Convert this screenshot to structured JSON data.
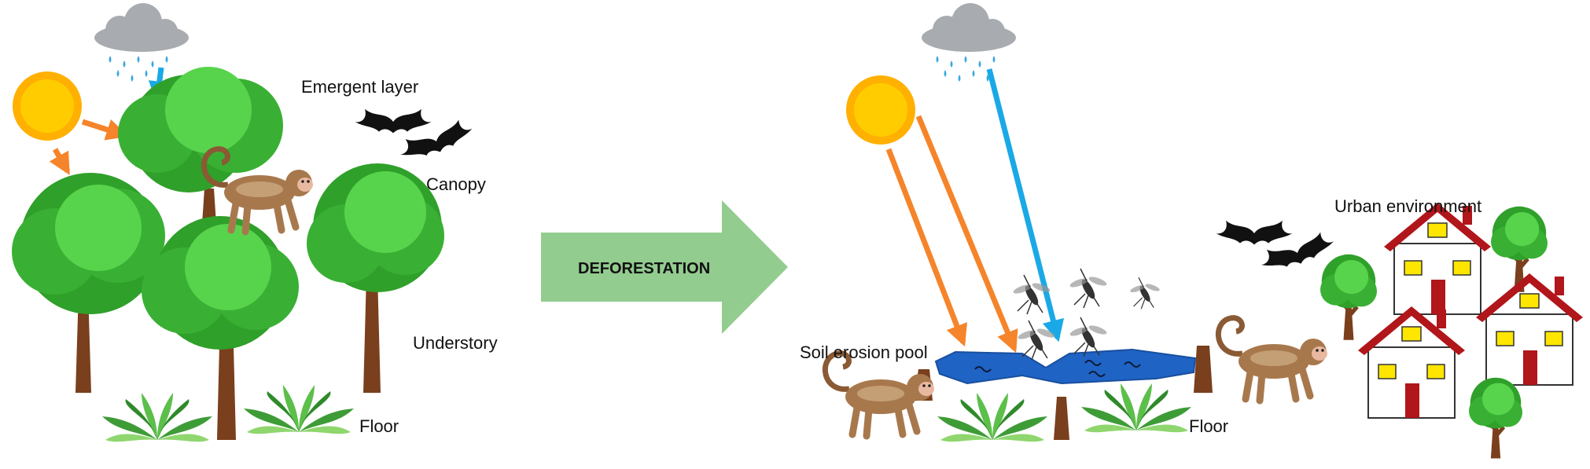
{
  "labels": {
    "emergent_layer": "Emergent layer",
    "canopy": "Canopy",
    "understory": "Understory",
    "floor_left": "Floor",
    "deforestation": "DEFORESTATION",
    "soil_erosion_pool": "Soil erosion pool",
    "floor_right": "Floor",
    "urban_environment": "Urban environment"
  },
  "colors": {
    "tree_green": "#2fa02a",
    "tree_light": "#57d44c",
    "trunk": "#7a3f1c",
    "sun": "#ffcc00",
    "sun_arrow": "#f5842a",
    "rain_arrow": "#1aa9e6",
    "cloud": "#a8abb0",
    "arrow_fill": "#93cc8f",
    "pool": "#1f63c5",
    "house_roof": "#b0161a",
    "house_window": "#ffe600",
    "monkey": "#a8784d",
    "bat": "#111111"
  },
  "icons": [
    "sun-icon",
    "rain-cloud-icon",
    "tree-icon",
    "monkey-icon",
    "bat-icon",
    "mosquito-icon",
    "fern-icon",
    "house-icon"
  ]
}
